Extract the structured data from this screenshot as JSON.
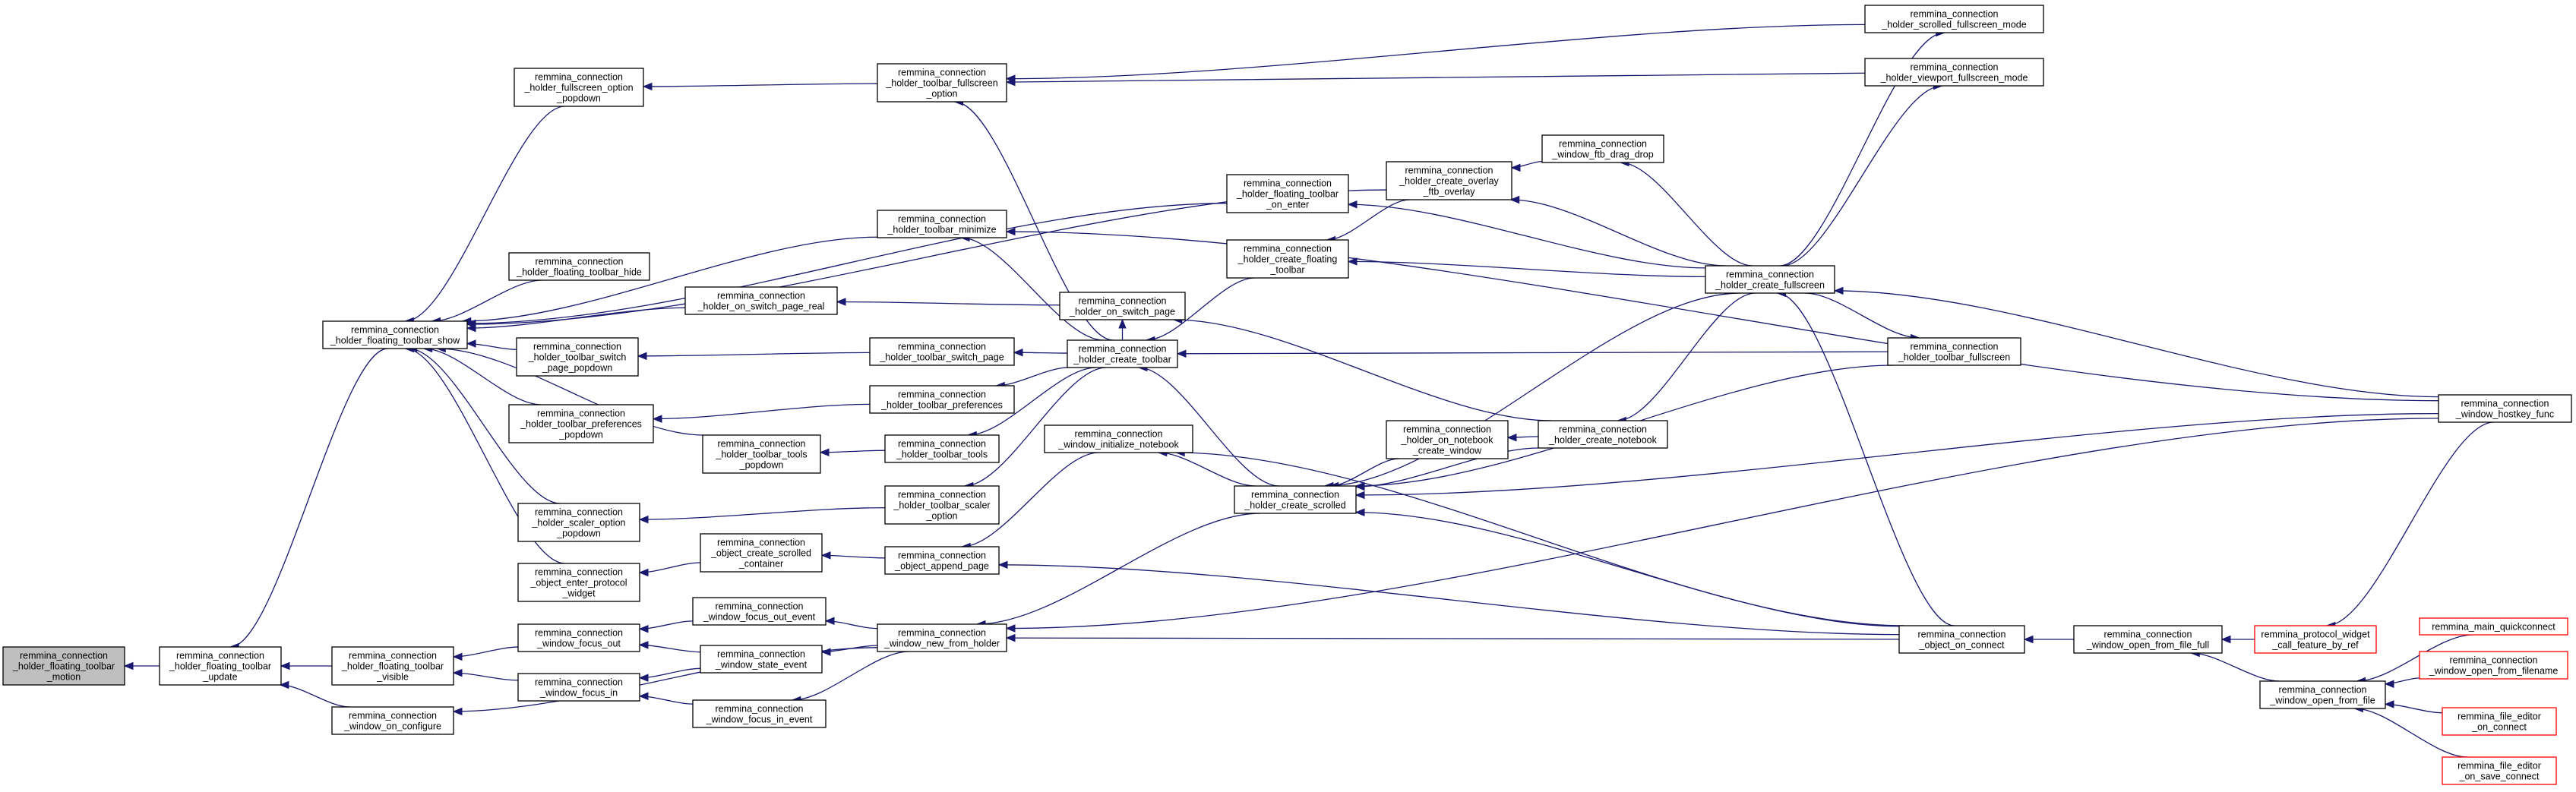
{
  "diagram": {
    "type": "call-graph",
    "colors": {
      "edge": "#191970",
      "node_border": "#000000",
      "focus_fill": "#bfbfbf",
      "truncated_border": "#ff0000"
    },
    "nodes": [
      {
        "id": "n_motion",
        "label": [
          "remmina_connection",
          "_holder_floating_toolbar",
          "_motion"
        ],
        "style": "focus"
      },
      {
        "id": "n_update",
        "label": [
          "remmina_connection",
          "_holder_floating_toolbar",
          "_update"
        ]
      },
      {
        "id": "n_fts",
        "label": [
          "remmina_connection",
          "_holder_floating_toolbar_show"
        ]
      },
      {
        "id": "n_ftvis",
        "label": [
          "remmina_connection",
          "_holder_floating_toolbar",
          "_visible"
        ]
      },
      {
        "id": "n_woncfg",
        "label": [
          "remmina_connection",
          "_window_on_configure"
        ]
      },
      {
        "id": "n_fop",
        "label": [
          "remmina_connection",
          "_holder_fullscreen_option",
          "_popdown"
        ]
      },
      {
        "id": "n_fth",
        "label": [
          "remmina_connection",
          "_holder_floating_toolbar_hide"
        ]
      },
      {
        "id": "n_tsp",
        "label": [
          "remmina_connection",
          "_holder_toolbar_switch",
          "_page_popdown"
        ]
      },
      {
        "id": "n_tpp",
        "label": [
          "remmina_connection",
          "_holder_toolbar_preferences",
          "_popdown"
        ]
      },
      {
        "id": "n_ttp",
        "label": [
          "remmina_connection",
          "_holder_toolbar_tools",
          "_popdown"
        ]
      },
      {
        "id": "n_sop",
        "label": [
          "remmina_connection",
          "_holder_scaler_option",
          "_popdown"
        ]
      },
      {
        "id": "n_oepw",
        "label": [
          "remmina_connection",
          "_object_enter_protocol",
          "_widget"
        ]
      },
      {
        "id": "n_wfo",
        "label": [
          "remmina_connection",
          "_window_focus_out"
        ]
      },
      {
        "id": "n_wfi",
        "label": [
          "remmina_connection",
          "_window_focus_in"
        ]
      },
      {
        "id": "n_ospr",
        "label": [
          "remmina_connection",
          "_holder_on_switch_page_real"
        ]
      },
      {
        "id": "n_ocsc",
        "label": [
          "remmina_connection",
          "_object_create_scrolled",
          "_container"
        ]
      },
      {
        "id": "n_wfoe",
        "label": [
          "remmina_connection",
          "_window_focus_out_event"
        ]
      },
      {
        "id": "n_wse",
        "label": [
          "remmina_connection",
          "_window_state_event"
        ]
      },
      {
        "id": "n_wfie",
        "label": [
          "remmina_connection",
          "_window_focus_in_event"
        ]
      },
      {
        "id": "n_tfo",
        "label": [
          "remmina_connection",
          "_holder_toolbar_fullscreen",
          "_option"
        ]
      },
      {
        "id": "n_tmin",
        "label": [
          "remmina_connection",
          "_holder_toolbar_minimize"
        ]
      },
      {
        "id": "n_tswp",
        "label": [
          "remmina_connection",
          "_holder_toolbar_switch_page"
        ]
      },
      {
        "id": "n_tpref",
        "label": [
          "remmina_connection",
          "_holder_toolbar_preferences"
        ]
      },
      {
        "id": "n_ttools",
        "label": [
          "remmina_connection",
          "_holder_toolbar_tools"
        ]
      },
      {
        "id": "n_tso",
        "label": [
          "remmina_connection",
          "_holder_toolbar_scaler",
          "_option"
        ]
      },
      {
        "id": "n_oap",
        "label": [
          "remmina_connection",
          "_object_append_page"
        ]
      },
      {
        "id": "n_wnfh",
        "label": [
          "remmina_connection",
          "_window_new_from_holder"
        ]
      },
      {
        "id": "n_osp",
        "label": [
          "remmina_connection",
          "_holder_on_switch_page"
        ]
      },
      {
        "id": "n_hct",
        "label": [
          "remmina_connection",
          "_holder_create_toolbar"
        ]
      },
      {
        "id": "n_win",
        "label": [
          "remmina_connection",
          "_window_initialize_notebook"
        ]
      },
      {
        "id": "n_ftoe",
        "label": [
          "remmina_connection",
          "_holder_floating_toolbar",
          "_on_enter"
        ]
      },
      {
        "id": "n_hcft",
        "label": [
          "remmina_connection",
          "_holder_create_floating",
          "_toolbar"
        ]
      },
      {
        "id": "n_hcs",
        "label": [
          "remmina_connection",
          "_holder_create_scrolled"
        ]
      },
      {
        "id": "n_hcoft",
        "label": [
          "remmina_connection",
          "_holder_create_overlay",
          "_ftb_overlay"
        ]
      },
      {
        "id": "n_onncw",
        "label": [
          "remmina_connection",
          "_holder_on_notebook",
          "_create_window"
        ]
      },
      {
        "id": "n_wfdd",
        "label": [
          "remmina_connection",
          "_window_ftb_drag_drop"
        ]
      },
      {
        "id": "n_hcnb",
        "label": [
          "remmina_connection",
          "_holder_create_notebook"
        ]
      },
      {
        "id": "n_hcf",
        "label": [
          "remmina_connection",
          "_holder_create_fullscreen"
        ]
      },
      {
        "id": "n_occ",
        "label": [
          "remmina_connection",
          "_object_on_connect"
        ]
      },
      {
        "id": "n_sfm",
        "label": [
          "remmina_connection",
          "_holder_scrolled_fullscreen_mode"
        ]
      },
      {
        "id": "n_vfm",
        "label": [
          "remmina_connection",
          "_holder_viewport_fullscreen_mode"
        ]
      },
      {
        "id": "n_htf",
        "label": [
          "remmina_connection",
          "_holder_toolbar_fullscreen"
        ]
      },
      {
        "id": "n_wofff",
        "label": [
          "remmina_connection",
          "_window_open_from_file_full"
        ]
      },
      {
        "id": "n_pwcf",
        "label": [
          "remmina_protocol_widget",
          "_call_feature_by_ref"
        ],
        "style": "red"
      },
      {
        "id": "n_woff",
        "label": [
          "remmina_connection",
          "_window_open_from_file"
        ]
      },
      {
        "id": "n_whf",
        "label": [
          "remmina_connection",
          "_window_hostkey_func"
        ]
      },
      {
        "id": "n_mqc",
        "label": [
          "remmina_main_quickconnect"
        ],
        "style": "red"
      },
      {
        "id": "n_woffn",
        "label": [
          "remmina_connection",
          "_window_open_from_filename"
        ],
        "style": "red"
      },
      {
        "id": "n_feoc",
        "label": [
          "remmina_file_editor",
          "_on_connect"
        ],
        "style": "red"
      },
      {
        "id": "n_feosc",
        "label": [
          "remmina_file_editor",
          "_on_save_connect"
        ],
        "style": "red"
      }
    ],
    "edges": [
      [
        "n_update",
        "n_motion"
      ],
      [
        "n_fts",
        "n_update"
      ],
      [
        "n_ftvis",
        "n_update"
      ],
      [
        "n_woncfg",
        "n_update"
      ],
      [
        "n_fop",
        "n_fts"
      ],
      [
        "n_fth",
        "n_fts"
      ],
      [
        "n_tsp",
        "n_fts"
      ],
      [
        "n_tpp",
        "n_fts"
      ],
      [
        "n_ttp",
        "n_fts"
      ],
      [
        "n_sop",
        "n_fts"
      ],
      [
        "n_oepw",
        "n_fts"
      ],
      [
        "n_ospr",
        "n_fts"
      ],
      [
        "n_tmin",
        "n_fts"
      ],
      [
        "n_ftoe",
        "n_fts"
      ],
      [
        "n_hcoft",
        "n_fts"
      ],
      [
        "n_wfo",
        "n_ftvis"
      ],
      [
        "n_wfi",
        "n_ftvis"
      ],
      [
        "n_wfoe",
        "n_wfo"
      ],
      [
        "n_wse",
        "n_wfo"
      ],
      [
        "n_wse",
        "n_wfi"
      ],
      [
        "n_wfie",
        "n_wfi"
      ],
      [
        "n_wnfh",
        "n_wfoe"
      ],
      [
        "n_wnfh",
        "n_wse"
      ],
      [
        "n_wnfh",
        "n_wfie"
      ],
      [
        "n_wnfh",
        "n_woncfg"
      ],
      [
        "n_tfo",
        "n_fop"
      ],
      [
        "n_hct",
        "n_tfo"
      ],
      [
        "n_sfm",
        "n_tfo"
      ],
      [
        "n_vfm",
        "n_tfo"
      ],
      [
        "n_tswp",
        "n_tsp"
      ],
      [
        "n_tpref",
        "n_tpp"
      ],
      [
        "n_ttools",
        "n_ttp"
      ],
      [
        "n_tso",
        "n_sop"
      ],
      [
        "n_ocsc",
        "n_oepw"
      ],
      [
        "n_oap",
        "n_ocsc"
      ],
      [
        "n_win",
        "n_oap"
      ],
      [
        "n_occ",
        "n_oap"
      ],
      [
        "n_osp",
        "n_ospr"
      ],
      [
        "n_hct",
        "n_osp"
      ],
      [
        "n_hcnb",
        "n_osp"
      ],
      [
        "n_hct",
        "n_tmin"
      ],
      [
        "n_whf",
        "n_tmin"
      ],
      [
        "n_hct",
        "n_tswp"
      ],
      [
        "n_hct",
        "n_tpref"
      ],
      [
        "n_hct",
        "n_ttools"
      ],
      [
        "n_hct",
        "n_tso"
      ],
      [
        "n_hcft",
        "n_hct"
      ],
      [
        "n_hcs",
        "n_hct"
      ],
      [
        "n_htf",
        "n_hct"
      ],
      [
        "n_hcs",
        "n_win"
      ],
      [
        "n_hcs",
        "n_wnfh"
      ],
      [
        "n_hcf",
        "n_ftoe"
      ],
      [
        "n_hcf",
        "n_hcft"
      ],
      [
        "n_hcf",
        "n_hcoft"
      ],
      [
        "n_hcoft",
        "n_hcft"
      ],
      [
        "n_wfdd",
        "n_hcoft"
      ],
      [
        "n_hcf",
        "n_wfdd"
      ],
      [
        "n_hcf",
        "n_hcs"
      ],
      [
        "n_hcnb",
        "n_hcs"
      ],
      [
        "n_htf",
        "n_hcs"
      ],
      [
        "n_onncw",
        "n_hcs"
      ],
      [
        "n_hcnb",
        "n_onncw"
      ],
      [
        "n_hcf",
        "n_hcnb"
      ],
      [
        "n_hcf",
        "n_sfm"
      ],
      [
        "n_hcf",
        "n_vfm"
      ],
      [
        "n_hcf",
        "n_htf"
      ],
      [
        "n_whf",
        "n_hcf"
      ],
      [
        "n_occ",
        "n_hcf"
      ],
      [
        "n_occ",
        "n_hcs"
      ],
      [
        "n_occ",
        "n_wnfh"
      ],
      [
        "n_occ",
        "n_win"
      ],
      [
        "n_wofff",
        "n_occ"
      ],
      [
        "n_pwcf",
        "n_wofff"
      ],
      [
        "n_woff",
        "n_wofff"
      ],
      [
        "n_whf",
        "n_hcs"
      ],
      [
        "n_whf",
        "n_wnfh"
      ],
      [
        "n_whf",
        "n_pwcf"
      ],
      [
        "n_mqc",
        "n_woff"
      ],
      [
        "n_woffn",
        "n_woff"
      ],
      [
        "n_feoc",
        "n_woff"
      ],
      [
        "n_feosc",
        "n_woff"
      ]
    ]
  }
}
